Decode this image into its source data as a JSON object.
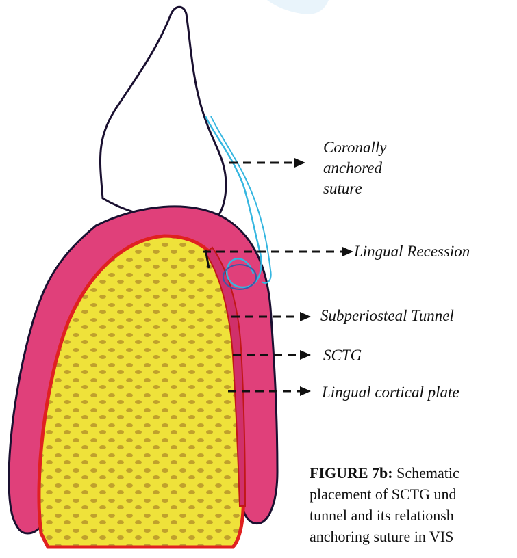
{
  "labels": {
    "coronal_line1": "Coronally",
    "coronal_line2": "anchored",
    "coronal_line3": "suture",
    "lingual_recession": "Lingual Recession",
    "subperiosteal_tunnel": "Subperiosteal Tunnel",
    "sctg": "SCTG",
    "lingual_cortical_plate": "Lingual cortical plate"
  },
  "caption": {
    "prefix": "FIGURE 7b:",
    "line1_rest": " Schematic",
    "line2": "placement of SCTG und",
    "line3": "tunnel and its relationsh",
    "line4": "anchoring suture in VIS"
  },
  "colors": {
    "gingiva": "#e0407a",
    "bone": "#efe23a",
    "cortical": "#e02020",
    "suture": "#35b6e0",
    "outline": "#1a1030"
  }
}
